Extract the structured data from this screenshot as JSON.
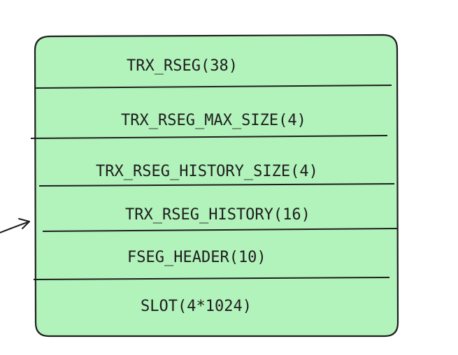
{
  "diagram": {
    "title": "",
    "box_fill": "#b2f2bb",
    "stroke_color": "#1e1e1e",
    "fields": [
      {
        "label": "TRX_RSEG(38)"
      },
      {
        "label": "TRX_RSEG_MAX_SIZE(4)"
      },
      {
        "label": "TRX_RSEG_HISTORY_SIZE(4)"
      },
      {
        "label": "TRX_RSEG_HISTORY(16)"
      },
      {
        "label": "FSEG_HEADER(10)"
      },
      {
        "label": "SLOT(4*1024)"
      }
    ],
    "incoming_arrow": {
      "target_field": "TRX_RSEG_HISTORY(16)"
    }
  }
}
